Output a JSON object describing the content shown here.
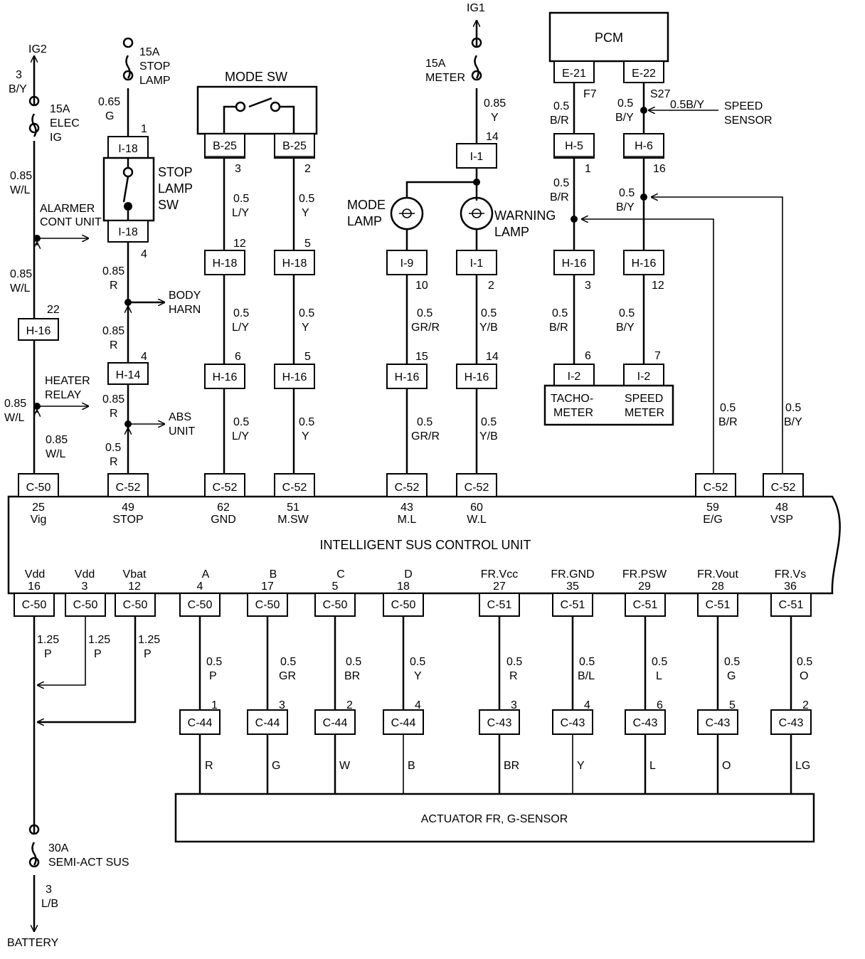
{
  "diagram": {
    "ig2": "IG2",
    "ig1": "IG1",
    "battery": "BATTERY",
    "fuse_elec_ig": {
      "amp": "15A",
      "name1": "ELEC",
      "name2": "IG"
    },
    "fuse_stop_lamp": {
      "amp": "15A",
      "name1": "STOP",
      "name2": "LAMP"
    },
    "fuse_meter": {
      "amp": "15A",
      "name1": "METER"
    },
    "fuse_semi_act": {
      "amp": "30A",
      "name1": "SEMI-ACT SUS"
    },
    "pcm": "PCM",
    "mode_sw": "MODE SW",
    "stop_lamp_sw": [
      "STOP",
      "LAMP",
      "SW"
    ],
    "mode_lamp": [
      "MODE",
      "LAMP"
    ],
    "warning_lamp": [
      "WARNING",
      "LAMP"
    ],
    "speed_sensor": [
      "SPEED",
      "SENSOR"
    ],
    "speed_sensor_wire": "0.5B/Y",
    "alarmer": [
      "ALARMER",
      "CONT UNIT"
    ],
    "body_harn": [
      "BODY",
      "HARN"
    ],
    "heater_relay": [
      "HEATER",
      "RELAY"
    ],
    "abs_unit": [
      "ABS",
      "UNIT"
    ],
    "tachometer": [
      "TACHO-",
      "METER"
    ],
    "speedometer": [
      "SPEED",
      "METER"
    ],
    "control_unit": "INTELLIGENT SUS CONTROL UNIT",
    "actuator": "ACTUATOR FR, G-SENSOR",
    "connectors": {
      "e21": "E-21",
      "e22": "E-22",
      "i18": "I-18",
      "b25": "B-25",
      "i1": "I-1",
      "i9": "I-9",
      "h18": "H-18",
      "h16": "H-16",
      "h14": "H-14",
      "h5": "H-5",
      "h6": "H-6",
      "i2": "I-2",
      "c50": "C-50",
      "c52": "C-52",
      "c51": "C-51",
      "c44": "C-44",
      "c43": "C-43"
    },
    "splices": {
      "f7": "F7",
      "s27": "S27"
    },
    "pins": [
      "3",
      "1.25",
      "0.5",
      "0.65",
      "0.85",
      "1",
      "4",
      "22",
      "12",
      "5",
      "6",
      "2",
      "14",
      "10",
      "15",
      "16",
      "7",
      "25",
      "49",
      "62",
      "51",
      "43",
      "60",
      "59",
      "48",
      "17",
      "18",
      "27",
      "35",
      "29",
      "28",
      "36"
    ],
    "colors": [
      "B/Y",
      "W/L",
      "G",
      "R",
      "L/Y",
      "Y",
      "Y/B",
      "GR/R",
      "B/R",
      "P",
      "GR",
      "BR",
      "B/L",
      "L",
      "O",
      "W",
      "B",
      "LG",
      "L/B"
    ],
    "terminals_top": [
      "Vig",
      "STOP",
      "GND",
      "M.SW",
      "M.L",
      "W.L",
      "E/G",
      "VSP"
    ],
    "terminals_bottom": [
      "Vdd",
      "Vbat",
      "A",
      "B",
      "C",
      "D",
      "FR.Vcc",
      "FR.GND",
      "FR.PSW",
      "FR.Vout",
      "FR.Vs"
    ]
  }
}
